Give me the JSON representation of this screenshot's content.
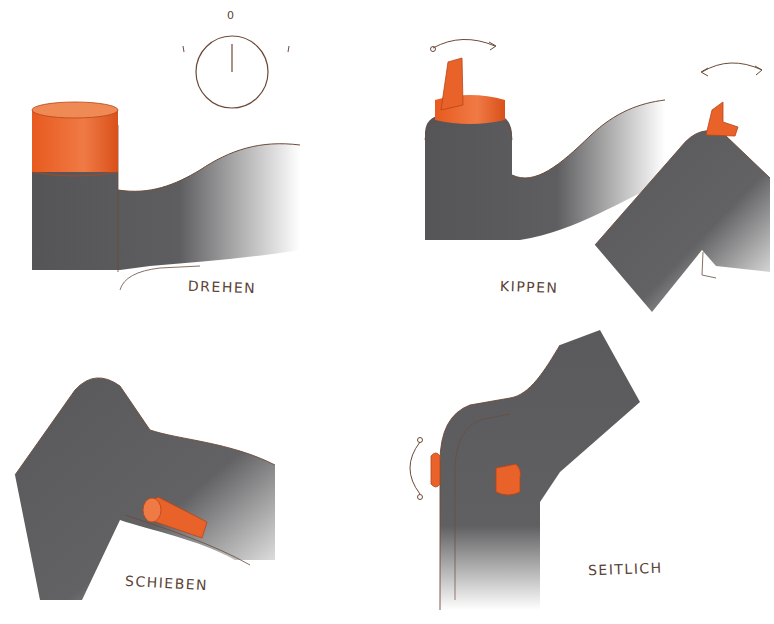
{
  "diagram": {
    "labels": [
      "0",
      "DREHEN",
      "KIPPEN",
      "SCHIEBEN",
      "SEITLICH"
    ]
  }
}
